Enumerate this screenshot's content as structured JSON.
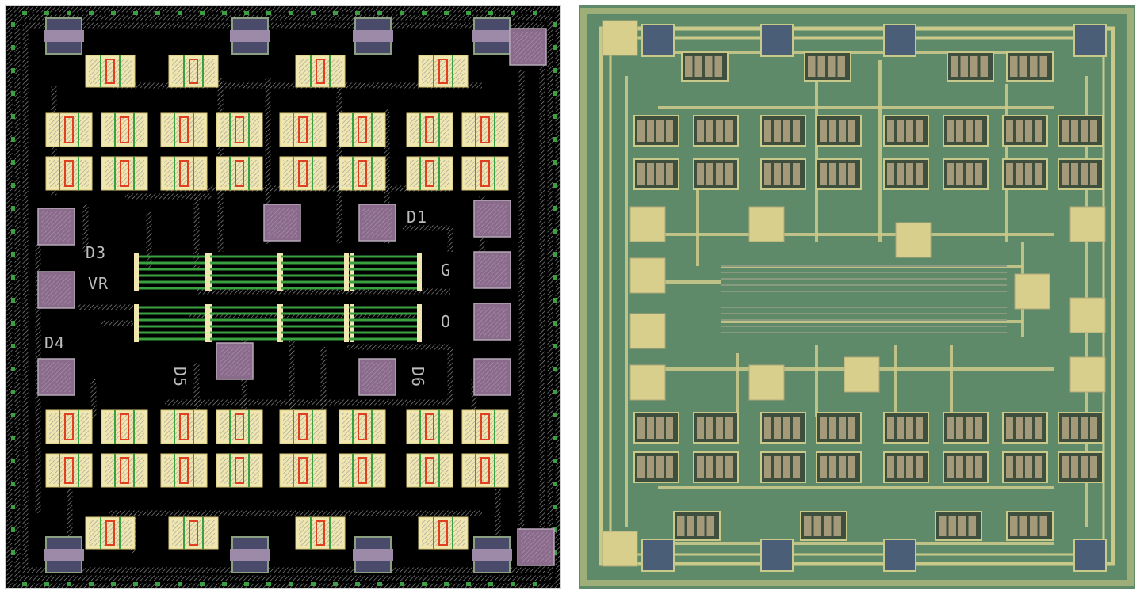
{
  "layout_labels": {
    "d1": "D1",
    "d3": "D3",
    "d4": "D4",
    "d5": "D5",
    "d6": "D6",
    "vr": "VR",
    "g": "G",
    "o": "O"
  },
  "colors": {
    "layout_background": "#000000",
    "metal": "#c8c8c8",
    "diffusion": "#f0e6b0",
    "gate": "#e04020",
    "pad": "#8a6b8c",
    "poly": "#3aa040",
    "die_background": "#5f8a6a",
    "die_metal": "#c9c98a",
    "die_pad": "#d8cf8c"
  }
}
